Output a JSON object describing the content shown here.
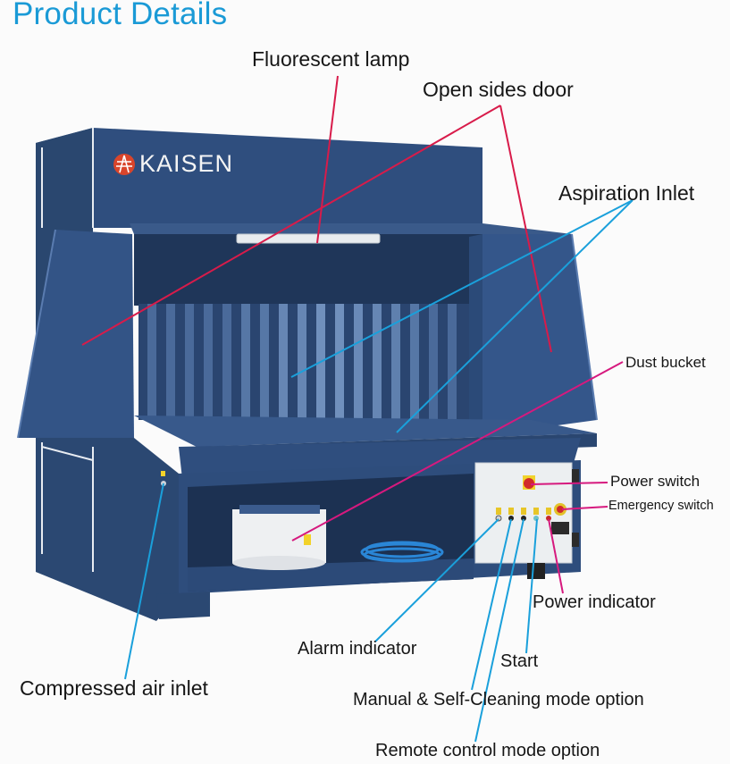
{
  "title": "Product Details",
  "brand": {
    "name": "KAISEN",
    "logo_color": "#d9452b"
  },
  "colors": {
    "title": "#1a9ad6",
    "machine_body": "#2e4d7c",
    "machine_dark": "#1f3659",
    "control_panel": "#eef0f2",
    "leader_red": "#d81b4a",
    "leader_magenta": "#d6197e",
    "leader_blue": "#1aa0db"
  },
  "labels": {
    "fluorescent_lamp": "Fluorescent lamp",
    "open_sides_door": "Open sides door",
    "aspiration_inlet": "Aspiration Inlet",
    "dust_bucket": "Dust bucket",
    "power_switch": "Power switch",
    "emergency_switch": "Emergency switch",
    "power_indicator": "Power indicator",
    "alarm_indicator": "Alarm indicator",
    "start": "Start",
    "manual_self_cleaning": "Manual & Self-Cleaning mode option",
    "remote_control": "Remote control mode option",
    "compressed_air_inlet": "Compressed air inlet"
  }
}
